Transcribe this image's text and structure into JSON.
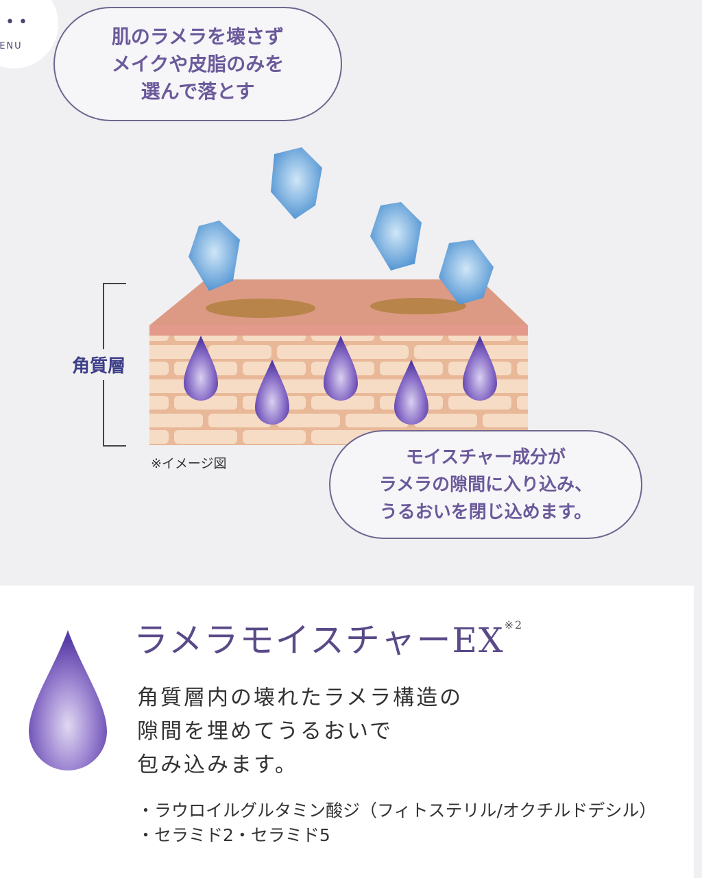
{
  "menu": {
    "dots": "••",
    "label": "MENU"
  },
  "bubble_top": {
    "lines": [
      "肌のラメラを壊さず",
      "メイクや皮脂のみを",
      "選んで落とす"
    ]
  },
  "bubble_bottom": {
    "lines": [
      "モイスチャー成分が",
      "ラメラの隙間に入り込み、",
      "うるおいを閉じ込めます。"
    ]
  },
  "diagram": {
    "layer_label": "角質層",
    "caption": "※イメージ図"
  },
  "product": {
    "title": "ラメラモイスチャーEX",
    "note": "※2",
    "description": [
      "角質層内の壊れたラメラ構造の",
      "隙間を埋めてうるおいで",
      "包み込みます。"
    ],
    "ingredients": [
      "・ラウロイルグルタミン酸ジ（フィトステリル/オクチルドデシル）",
      "・セラミド2・セラミド5"
    ]
  },
  "colors": {
    "accent": "#6b5a9a",
    "border": "#6e6690"
  }
}
